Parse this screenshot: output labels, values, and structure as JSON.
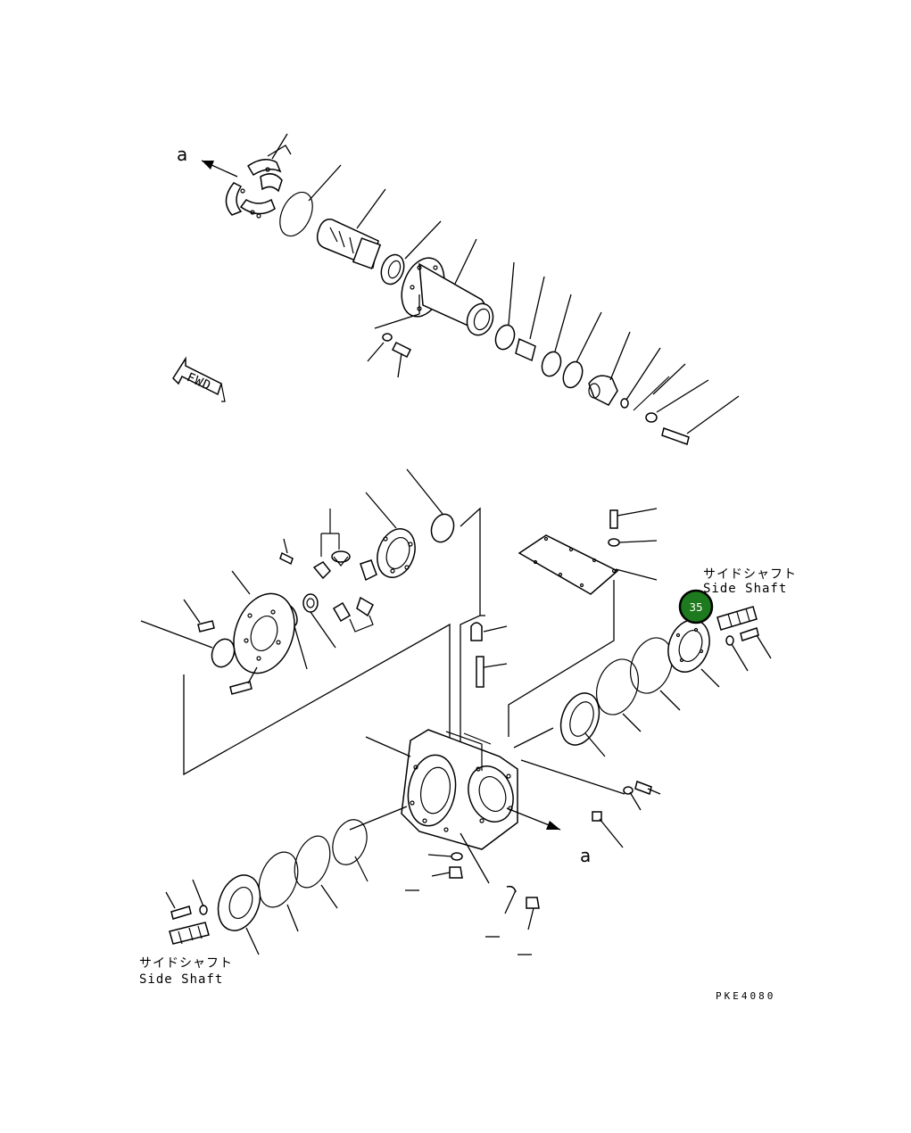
{
  "diagram": {
    "arrow_label_top": "a",
    "arrow_label_bottom": "a",
    "fwd_label": "FWD",
    "side_shaft_right_jp": "サイドシャフト",
    "side_shaft_right_en": "Side Shaft",
    "side_shaft_left_jp": "サイドシャフト",
    "side_shaft_left_en": "Side Shaft",
    "drawing_code": "PKE4080",
    "callout_badge": "35",
    "badge_color": "#1e7a1e"
  }
}
